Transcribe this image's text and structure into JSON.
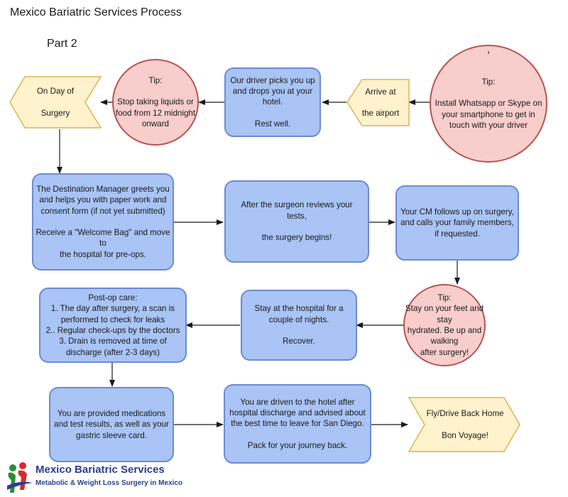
{
  "title": "Mexico Bariatric Services Process",
  "subtitle": "Part 2",
  "colors": {
    "step_fill": "#a9c4f5",
    "step_border": "#6d8bd4",
    "tip_fill": "#f8cecc",
    "tip_border": "#b85450",
    "milestone_fill": "#fff2cc",
    "milestone_border": "#d6b656",
    "arrow": "#1a1a1a"
  },
  "nodes": {
    "on_day": {
      "lines": [
        "On Day of",
        "",
        "Surgery"
      ]
    },
    "tip_liquids": {
      "lines": [
        "Tip:",
        "",
        "Stop taking liquids or",
        "food from 12 midnight",
        "onward"
      ]
    },
    "driver": {
      "lines": [
        "Our driver picks you up",
        "and drops you at your",
        "hotel.",
        "",
        "Rest well."
      ]
    },
    "arrive": {
      "lines": [
        "Arrive at",
        "",
        "the airport"
      ]
    },
    "tip_whatsapp": {
      "lines": [
        "Tip:",
        "",
        "Install Whatsapp or Skype on",
        "your smartphone to get in",
        "touch with your driver"
      ]
    },
    "destination": {
      "lines": [
        "The Destination Manager greets you",
        "and helps you with paper work and",
        "consent form (if not yet submitted)",
        "",
        "Receive a \"Welcome Bag\" and move to",
        "the hospital for pre-ops."
      ]
    },
    "surgeon": {
      "lines": [
        "After the surgeon reviews your",
        "tests,",
        "",
        "the surgery begins!"
      ]
    },
    "cm": {
      "lines": [
        "Your CM follows up on surgery,",
        "and calls your family members,",
        "if requested."
      ]
    },
    "tip_feet": {
      "lines": [
        "Tip:",
        "Stay on your feet and stay",
        "hydrated. Be up and walking",
        "after surgery!"
      ]
    },
    "stay": {
      "lines": [
        "Stay at the hospital for a",
        "couple of nights.",
        "",
        "Recover."
      ]
    },
    "postop": {
      "lines": [
        "Post-op care:",
        "1. The day after surgery, a scan is",
        "performed to check for leaks",
        "2.. Regular check-ups by the doctors",
        "3. Drain is removed at time of",
        "discharge (after 2-3 days)"
      ]
    },
    "meds": {
      "lines": [
        "You are provided medications",
        "and test results, as well as your",
        "gastric sleeve card."
      ]
    },
    "driven": {
      "lines": [
        "You are driven to the hotel after",
        "hospital discharge and advised about",
        "the best time to leave for San Diego.",
        "",
        "Pack for your journey back."
      ]
    },
    "fly": {
      "lines": [
        "Fly/Drive Back Home",
        "",
        "Bon Voyage!"
      ]
    }
  },
  "logo": {
    "name": "Mexico Bariatric Services",
    "tagline": "Metabolic & Weight Loss Surgery in Mexico"
  }
}
